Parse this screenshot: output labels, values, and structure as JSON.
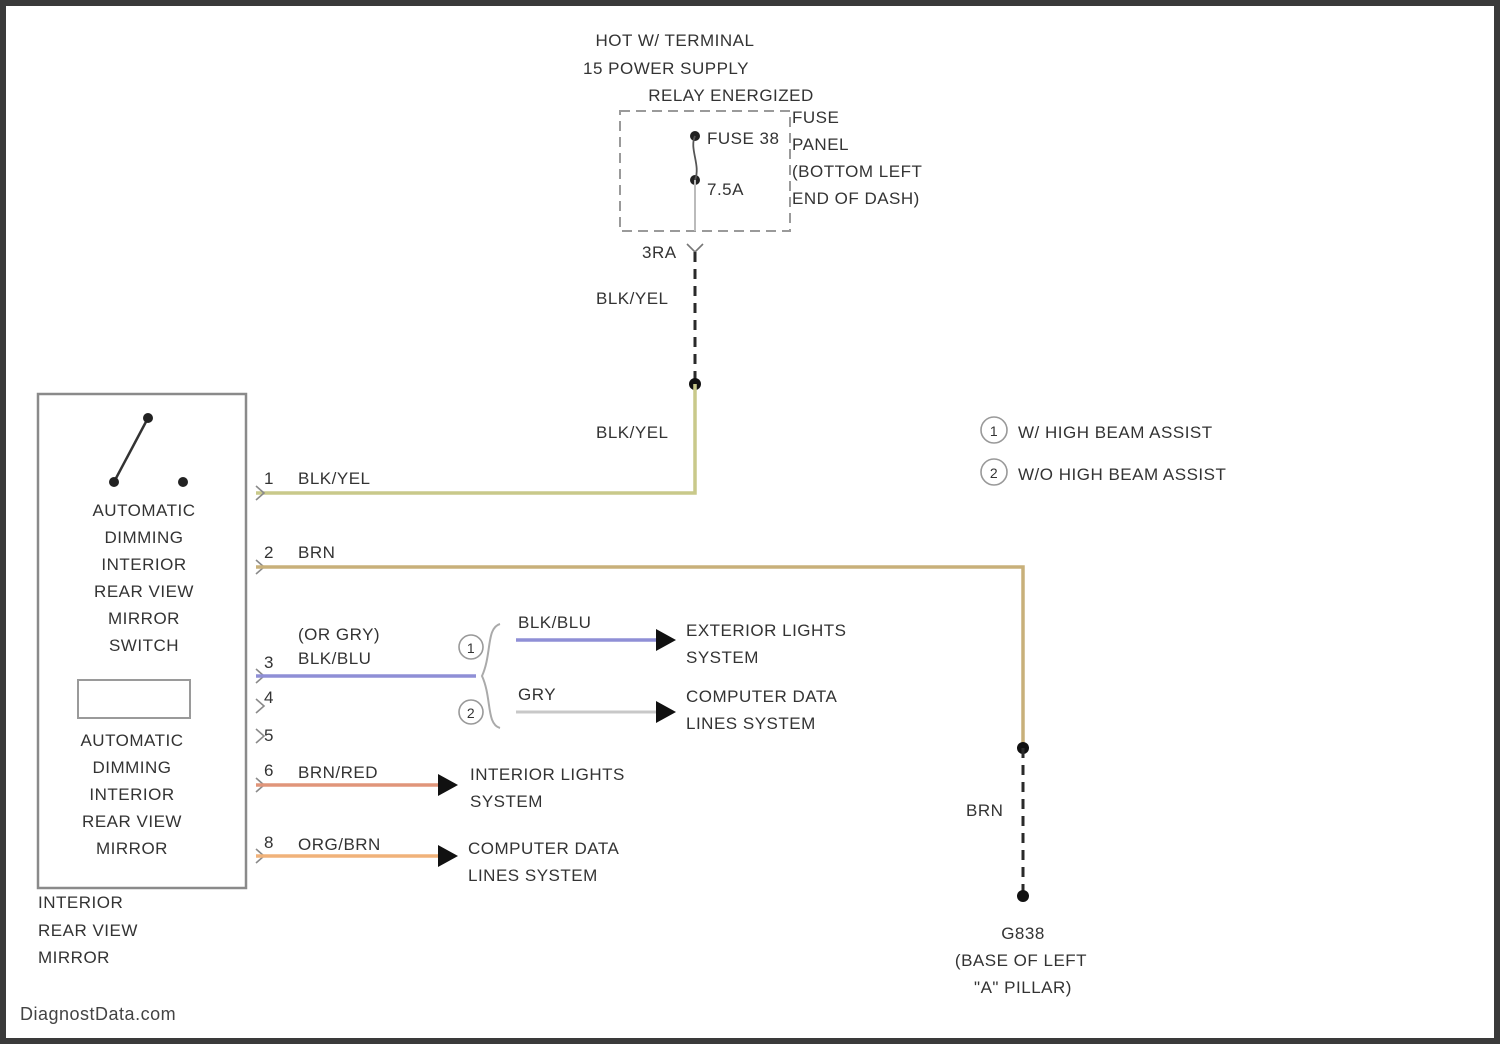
{
  "header_lines": [
    "HOT W/ TERMINAL",
    "15 POWER SUPPLY",
    "RELAY ENERGIZED"
  ],
  "fuse": {
    "name": "FUSE 38",
    "rating": "7.5A",
    "location": [
      "FUSE",
      "PANEL",
      "(BOTTOM LEFT",
      "END OF DASH)"
    ],
    "connector": "3RA"
  },
  "wires": {
    "feed_upper": "BLK/YEL",
    "feed_lower": "BLK/YEL",
    "ground_wire": "BRN"
  },
  "mirror": {
    "switch_label": [
      "AUTOMATIC",
      "DIMMING",
      "INTERIOR",
      "REAR VIEW",
      "MIRROR",
      "SWITCH"
    ],
    "element_label": [
      "AUTOMATIC",
      "DIMMING",
      "INTERIOR",
      "REAR VIEW",
      "MIRROR"
    ],
    "component_label": [
      "INTERIOR",
      "REAR VIEW",
      "MIRROR"
    ]
  },
  "pins": [
    {
      "num": "1",
      "wire": "BLK/YEL"
    },
    {
      "num": "2",
      "wire": "BRN"
    },
    {
      "num": "3",
      "wire": "(OR GRY)",
      "wire2": "BLK/BLU"
    },
    {
      "num": "4"
    },
    {
      "num": "5"
    },
    {
      "num": "6",
      "wire": "BRN/RED"
    },
    {
      "num": "8",
      "wire": "ORG/BRN"
    }
  ],
  "branches": [
    {
      "wire": "BLK/BLU",
      "option": "1",
      "dest": [
        "EXTERIOR LIGHTS",
        "SYSTEM"
      ]
    },
    {
      "wire": "GRY",
      "option": "2",
      "dest": [
        "COMPUTER DATA",
        "LINES SYSTEM"
      ]
    }
  ],
  "pin_dests": {
    "pin6": [
      "INTERIOR LIGHTS",
      "SYSTEM"
    ],
    "pin8": [
      "COMPUTER DATA",
      "LINES SYSTEM"
    ]
  },
  "legend": [
    {
      "num": "1",
      "text": "W/ HIGH BEAM ASSIST"
    },
    {
      "num": "2",
      "text": "W/O HIGH BEAM ASSIST"
    }
  ],
  "ground": {
    "name": "G838",
    "location": [
      "(BASE OF LEFT",
      "\"A\" PILLAR)"
    ]
  },
  "watermark": "DiagnostData.com",
  "colors": {
    "blk_yel": "#c9c98a",
    "brn": "#c8b07a",
    "blk_blu": "#8f8fd6",
    "gry": "#c8c8c8",
    "brn_red": "#e0957a",
    "org_brn": "#f0b27a"
  }
}
